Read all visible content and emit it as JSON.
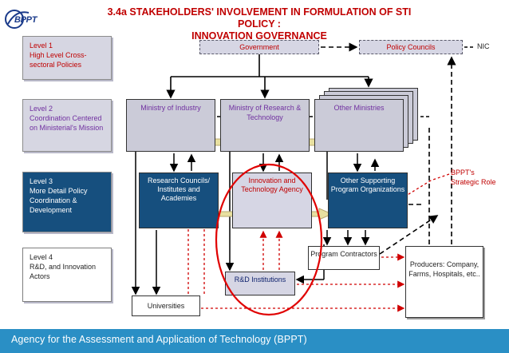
{
  "logo": {
    "text": "BPPT"
  },
  "title": {
    "line1": "3.4a STAKEHOLDERS' INVOLVEMENT IN FORMULATION OF STI POLICY :",
    "line2": "INNOVATION GOVERNANCE"
  },
  "levels": [
    {
      "heading": "Level 1",
      "desc": "High Level Cross-sectoral Policies"
    },
    {
      "heading": "Level 2",
      "desc": "Coordination Centered on Ministerial's Mission"
    },
    {
      "heading": "Level 3",
      "desc": "More Detail Policy Coordination & Development"
    },
    {
      "heading": "Level 4",
      "desc": "R&D, and Innovation Actors"
    }
  ],
  "top_row": {
    "government": "Government",
    "policy_councils": "Policy Councils",
    "nic": "NIC"
  },
  "ministries": {
    "industry": "Ministry of Industry",
    "research_tech": "Ministry of Research & Technology",
    "other": "Other Ministries"
  },
  "level3_boxes": {
    "research_councils": "Research Councils/ Institutes and Academies",
    "innovation_agency": "Innovation and Technology Agency",
    "other_supporting": "Other Supporting Program Organizations"
  },
  "level4_boxes": {
    "rd_institutions": "R&D Institutions",
    "program_contractors": "Program Contractors",
    "universities": "Universities",
    "producers": "Producers: Company, Farms, Hospitals, etc.."
  },
  "bppt_role": "BPPT's Strategic Role",
  "footer": "Agency for the Assessment and Application of Technology (BPPT)",
  "colors": {
    "title": "#c00000",
    "level_dark": "#164f7e",
    "level_light": "#d6d6e2",
    "footer": "#2a8fc5",
    "highlight_circle": "#e00000",
    "arrow_band": "#e8e0a0"
  }
}
